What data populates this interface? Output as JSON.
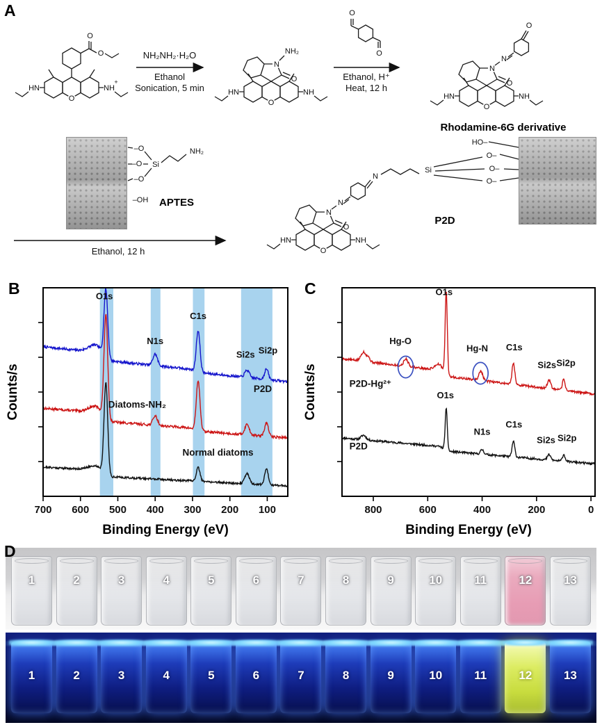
{
  "figure": {
    "panel_letters": {
      "A": "A",
      "B": "B",
      "C": "C",
      "D": "D"
    }
  },
  "panels": {
    "A": {
      "reaction1": {
        "reagent": "NH₂NH₂·H₂O",
        "cond1": "Ethanol",
        "cond2": "Sonication, 5 min"
      },
      "reaction2": {
        "cond1": "Ethanol, H⁺",
        "cond2": "Heat, 12 h"
      },
      "reaction3": {
        "cond1": "Ethanol, 12 h"
      },
      "product1_name": "Rhodamine-6G derivative",
      "aptes_name": "APTES",
      "p2d_name": "P2D",
      "atoms": {
        "o": "O",
        "hn": "HN",
        "nh": "NH",
        "n": "N",
        "plus": "+",
        "nh2": "NH₂",
        "si": "Si",
        "o_dash": "O–",
        "dash_o": "–O",
        "oh": "–OH",
        "ho": "HO–"
      }
    },
    "D": {
      "vials": [
        "1",
        "2",
        "3",
        "4",
        "5",
        "6",
        "7",
        "8",
        "9",
        "10",
        "11",
        "12",
        "13"
      ],
      "pink_vial": "12",
      "green_vial": "12"
    }
  },
  "chart_data": [
    {
      "type": "line",
      "panel": "B",
      "xlabel": "Binding Energy (eV)",
      "ylabel": "Counts/s",
      "xlim": [
        700,
        45
      ],
      "x_ticks": [
        700,
        600,
        500,
        400,
        300,
        200,
        100
      ],
      "grid": false,
      "highlight_color": "#a8d3ee",
      "bands": [
        [
          548,
          512
        ],
        [
          412,
          386
        ],
        [
          299,
          268
        ],
        [
          170,
          86
        ]
      ],
      "series": [
        {
          "name": "P2D",
          "color": "#1515cc",
          "offset": 0.55,
          "slope": 0.12,
          "noise": 0.012,
          "seed": 7,
          "peaks": [
            {
              "x": 560,
              "h": 0.035,
              "w": 18
            },
            {
              "x": 532,
              "h": 0.33,
              "w": 5,
              "step": 0.035,
              "label": "O1s"
            },
            {
              "x": 400,
              "h": 0.055,
              "w": 6,
              "label": "N1s"
            },
            {
              "x": 285,
              "h": 0.2,
              "w": 5,
              "step": 0.012,
              "label": "C1s"
            },
            {
              "x": 154,
              "h": 0.035,
              "w": 6,
              "label": "Si2s"
            },
            {
              "x": 102,
              "h": 0.05,
              "w": 5,
              "label": "Si2p"
            }
          ]
        },
        {
          "name": "Diatoms-NH₂",
          "color": "#cc1515",
          "offset": 0.28,
          "slope": 0.09,
          "noise": 0.012,
          "seed": 13,
          "peaks": [
            {
              "x": 560,
              "h": 0.03,
              "w": 18
            },
            {
              "x": 532,
              "h": 0.5,
              "w": 5,
              "step": 0.04,
              "label": "O1s"
            },
            {
              "x": 400,
              "h": 0.045,
              "w": 6,
              "label": "N1s"
            },
            {
              "x": 285,
              "h": 0.24,
              "w": 5,
              "step": 0.012,
              "label": "C1s"
            },
            {
              "x": 154,
              "h": 0.05,
              "w": 6,
              "label": "Si2s"
            },
            {
              "x": 102,
              "h": 0.065,
              "w": 5,
              "label": "Si2p"
            }
          ]
        },
        {
          "name": "Normal diatoms",
          "color": "#111111",
          "offset": 0.05,
          "slope": 0.06,
          "noise": 0.01,
          "seed": 21,
          "peaks": [
            {
              "x": 560,
              "h": 0.02,
              "w": 18
            },
            {
              "x": 532,
              "h": 0.44,
              "w": 5,
              "step": 0.03,
              "label": "O1s"
            },
            {
              "x": 285,
              "h": 0.065,
              "w": 5,
              "label": "C1s"
            },
            {
              "x": 154,
              "h": 0.05,
              "w": 6,
              "label": "Si2s"
            },
            {
              "x": 102,
              "h": 0.075,
              "w": 5,
              "label": "Si2p"
            }
          ]
        }
      ],
      "peak_annotations": [
        {
          "text": "O1s",
          "x": 536,
          "y": 0.945
        },
        {
          "text": "N1s",
          "x": 400,
          "y": 0.73
        },
        {
          "text": "C1s",
          "x": 285,
          "y": 0.85
        },
        {
          "text": "Si2s",
          "x": 158,
          "y": 0.665
        },
        {
          "text": "Si2p",
          "x": 98,
          "y": 0.685
        }
      ],
      "series_labels": [
        {
          "text": "P2D",
          "x": 112,
          "y": 0.5,
          "color": "#1515cc"
        },
        {
          "text": "Diatoms-NH₂",
          "x": 448,
          "y": 0.425,
          "color": "#cc1515"
        },
        {
          "text": "Normal diatoms",
          "x": 232,
          "y": 0.195,
          "color": "#111111"
        }
      ]
    },
    {
      "type": "line",
      "panel": "C",
      "xlabel": "Binding Energy (eV)",
      "ylabel": "Counts/s",
      "xlim": [
        915,
        -15
      ],
      "x_ticks": [
        800,
        600,
        400,
        200,
        0
      ],
      "grid": false,
      "series": [
        {
          "name": "P2D-Hg²⁺",
          "color": "#cc1515",
          "offset": 0.49,
          "slope": 0.145,
          "noise": 0.011,
          "seed": 5,
          "peaks": [
            {
              "x": 836,
              "h": 0.045,
              "w": 9
            },
            {
              "x": 818,
              "h": 0.02,
              "w": 6
            },
            {
              "x": 680,
              "h": 0.035,
              "w": 8,
              "label": "Hg-O"
            },
            {
              "x": 560,
              "h": 0.03,
              "w": 14
            },
            {
              "x": 532,
              "h": 0.4,
              "w": 4,
              "step": 0.025,
              "label": "O1s"
            },
            {
              "x": 405,
              "h": 0.045,
              "w": 7,
              "label": "Hg-N"
            },
            {
              "x": 285,
              "h": 0.105,
              "w": 5,
              "label": "C1s"
            },
            {
              "x": 154,
              "h": 0.042,
              "w": 6,
              "label": "Si2s"
            },
            {
              "x": 100,
              "h": 0.052,
              "w": 5,
              "label": "Si2p"
            }
          ]
        },
        {
          "name": "P2D",
          "color": "#111111",
          "offset": 0.155,
          "slope": 0.105,
          "noise": 0.01,
          "seed": 11,
          "peaks": [
            {
              "x": 836,
              "h": 0.022,
              "w": 9
            },
            {
              "x": 532,
              "h": 0.2,
              "w": 4,
              "step": 0.02,
              "label": "O1s"
            },
            {
              "x": 400,
              "h": 0.022,
              "w": 6,
              "label": "N1s"
            },
            {
              "x": 285,
              "h": 0.075,
              "w": 5,
              "label": "C1s"
            },
            {
              "x": 154,
              "h": 0.026,
              "w": 6,
              "label": "Si2s"
            },
            {
              "x": 100,
              "h": 0.032,
              "w": 5,
              "label": "Si2p"
            }
          ]
        }
      ],
      "peak_annotations": [
        {
          "text": "Hg-O",
          "x": 700,
          "y": 0.73
        },
        {
          "text": "O1s",
          "x": 540,
          "y": 0.965
        },
        {
          "text": "Hg-N",
          "x": 418,
          "y": 0.695
        },
        {
          "text": "C1s",
          "x": 282,
          "y": 0.7
        },
        {
          "text": "Si2s",
          "x": 162,
          "y": 0.615
        },
        {
          "text": "Si2p",
          "x": 92,
          "y": 0.625
        },
        {
          "text": "O1s",
          "x": 535,
          "y": 0.47
        },
        {
          "text": "N1s",
          "x": 400,
          "y": 0.295
        },
        {
          "text": "C1s",
          "x": 283,
          "y": 0.33
        },
        {
          "text": "Si2s",
          "x": 165,
          "y": 0.255
        },
        {
          "text": "Si2p",
          "x": 88,
          "y": 0.265
        }
      ],
      "series_labels": [
        {
          "text": "P2D-Hg²⁺",
          "x": 888,
          "y": 0.525,
          "color": "#cc1515",
          "anchor": "start"
        },
        {
          "text": "P2D",
          "x": 888,
          "y": 0.225,
          "color": "#111111",
          "anchor": "start"
        }
      ],
      "circles": [
        {
          "x": 681,
          "y": 0.62,
          "rx_ev": 28,
          "ry": 0.052,
          "color": "#3a50c0"
        },
        {
          "x": 406,
          "y": 0.59,
          "rx_ev": 28,
          "ry": 0.052,
          "color": "#3a50c0"
        }
      ]
    }
  ]
}
